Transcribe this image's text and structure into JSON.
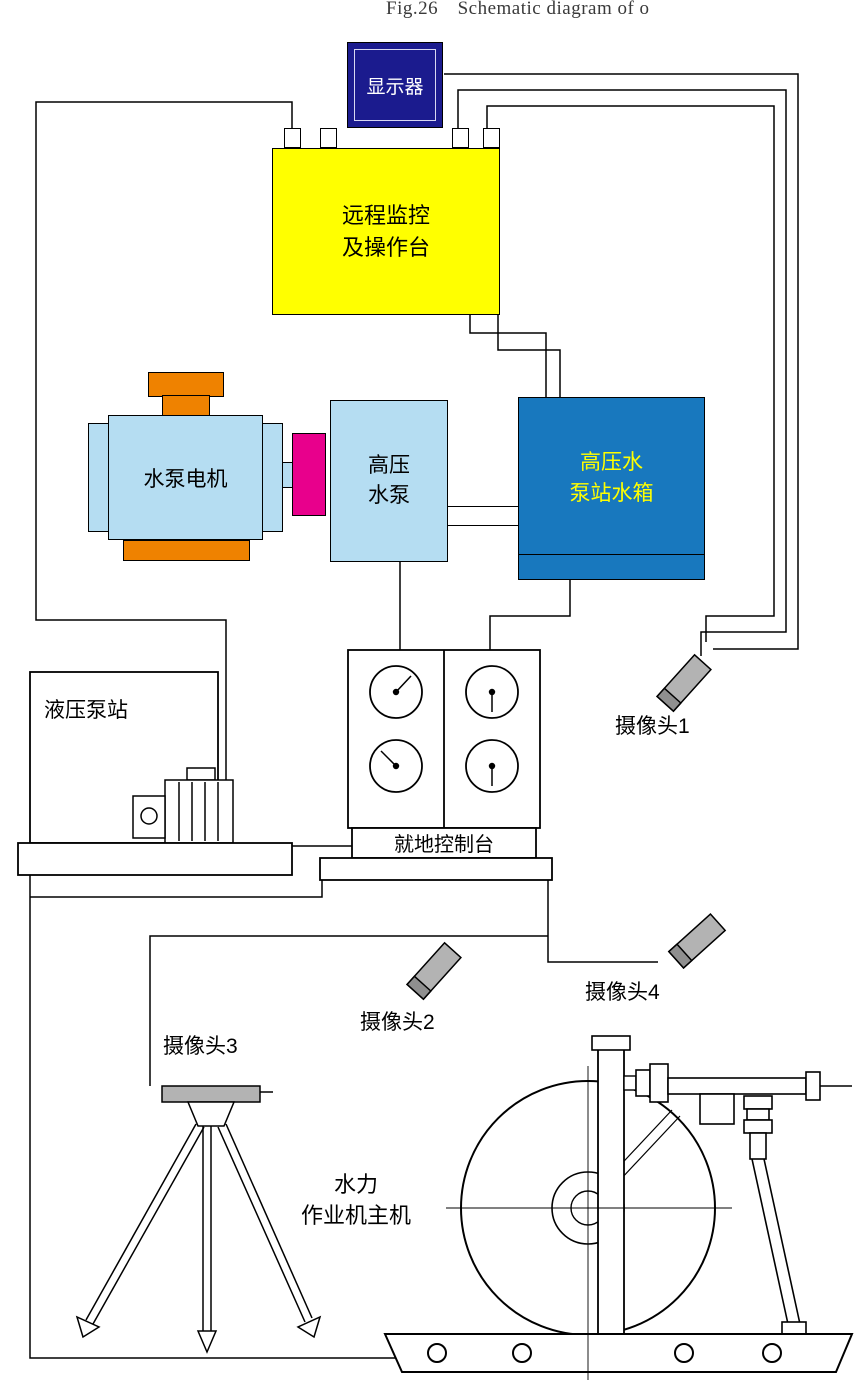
{
  "caption": "Fig.26　Schematic diagram of o",
  "monitor": {
    "label": "显示器"
  },
  "remote_console": {
    "label": "远程监控\n及操作台"
  },
  "pump_motor": {
    "label": "水泵电机"
  },
  "hp_pump": {
    "label": "高压\n水泵"
  },
  "tank": {
    "label": "高压水\n泵站水箱"
  },
  "hydraulic_station": {
    "label": "液压泵站"
  },
  "local_console": {
    "label": "就地控制台"
  },
  "machine": {
    "label": "水力\n作业机主机"
  },
  "cameras": [
    {
      "label": "摄像头1"
    },
    {
      "label": "摄像头2"
    },
    {
      "label": "摄像头3"
    },
    {
      "label": "摄像头4"
    }
  ],
  "colors": {
    "console_yellow": "#ffff00",
    "monitor_navy": "#1b1b8e",
    "pump_blue": "#b5ddf2",
    "tank_blue": "#1878be",
    "tank_text_yellow": "#ffff00",
    "coupling_magenta": "#e8008c",
    "flange_orange": "#ef8200",
    "camera_gray": "#b3b3b3"
  }
}
